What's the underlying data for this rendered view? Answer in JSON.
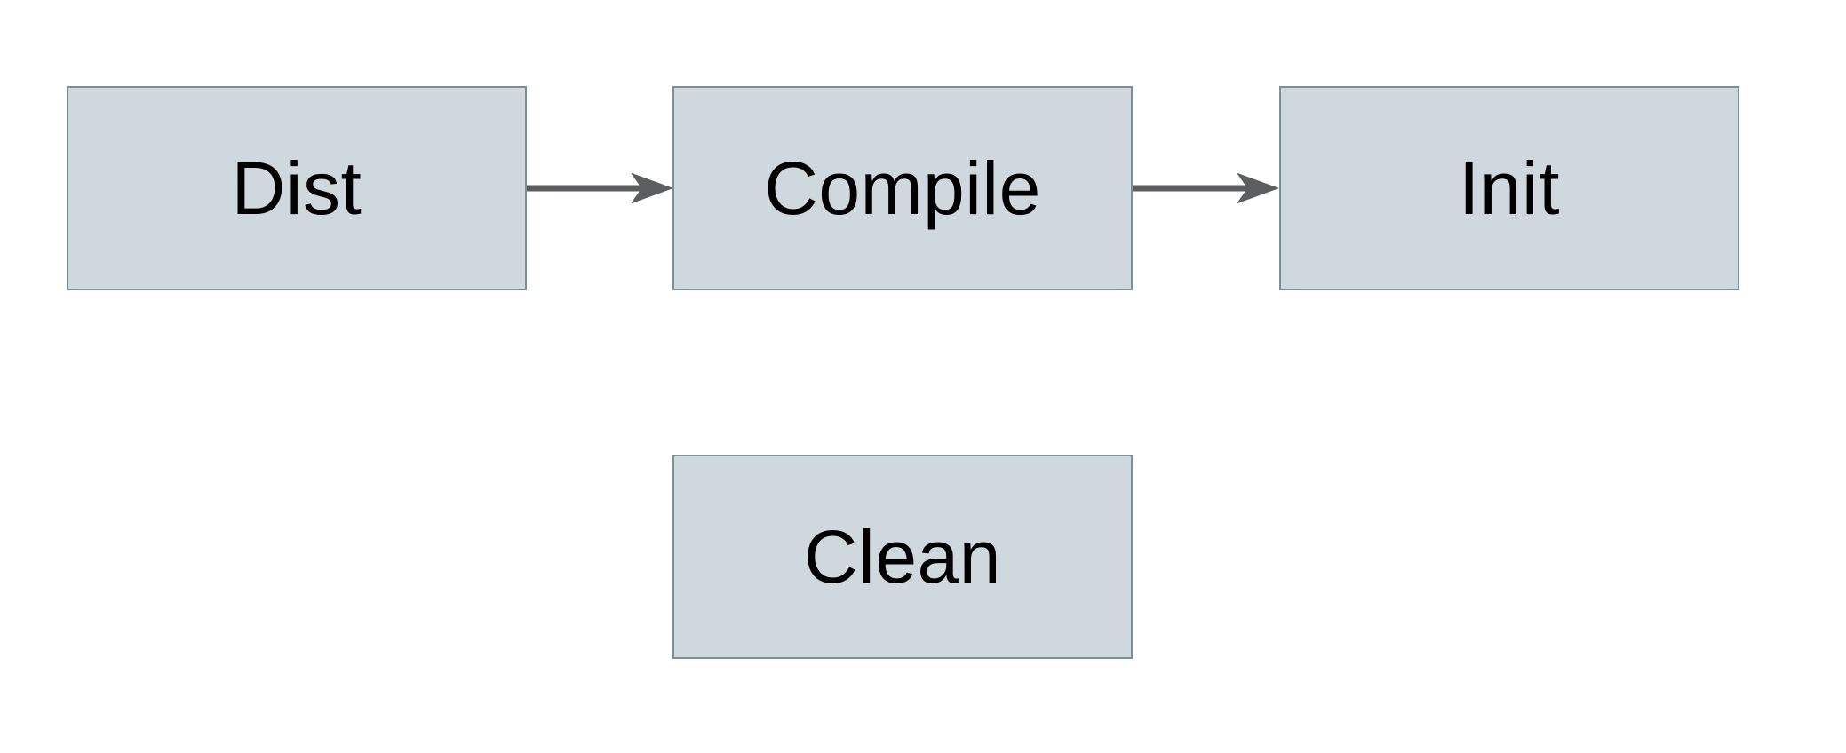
{
  "diagram": {
    "nodes": [
      {
        "id": "dist",
        "label": "Dist"
      },
      {
        "id": "compile",
        "label": "Compile"
      },
      {
        "id": "init",
        "label": "Init"
      },
      {
        "id": "clean",
        "label": "Clean"
      }
    ],
    "edges": [
      {
        "from": "dist",
        "to": "compile"
      },
      {
        "from": "compile",
        "to": "init"
      }
    ]
  },
  "colors": {
    "node_fill": "#cfd8dc",
    "node_border": "#78909c",
    "arrow": "#5b5d5f",
    "label": "#000000",
    "background": "#ffffff"
  }
}
